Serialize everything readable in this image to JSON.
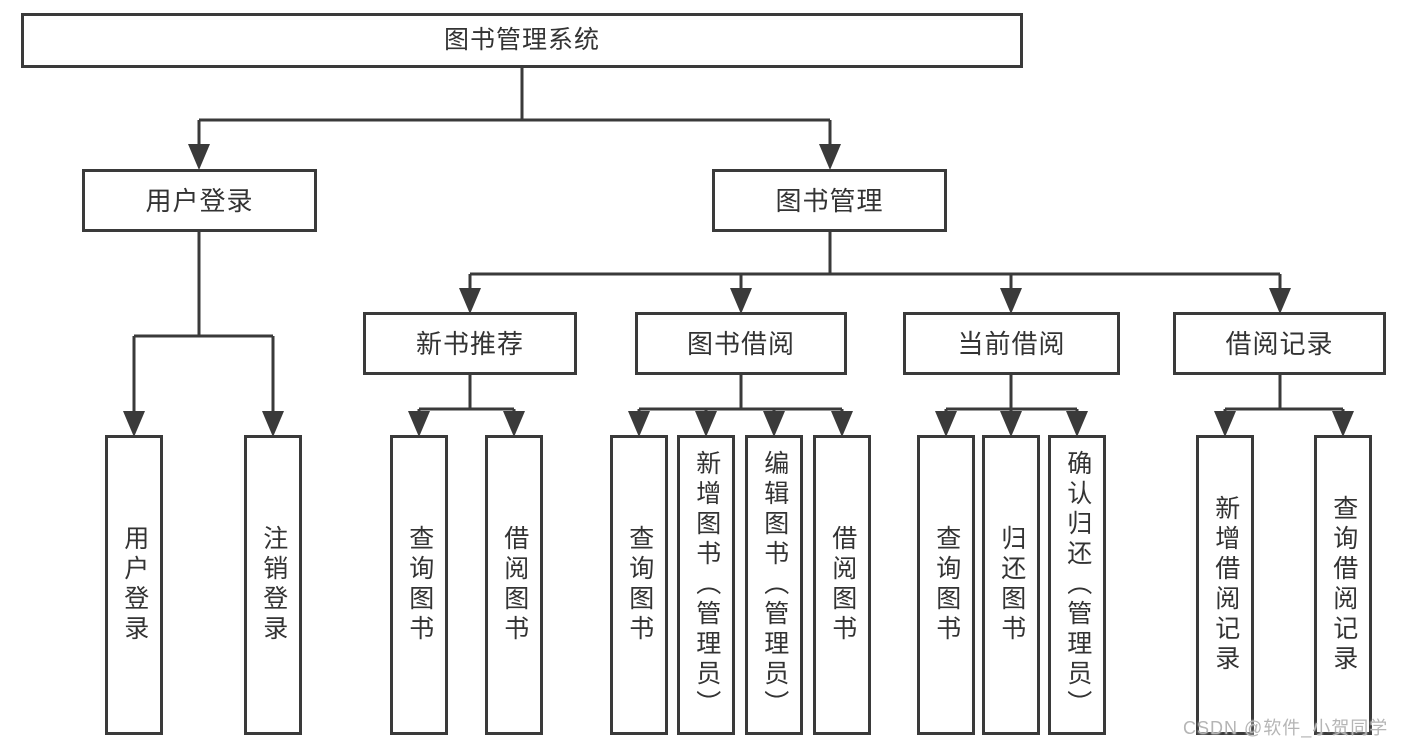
{
  "title": "图书管理系统",
  "level2": {
    "userLogin": "用户登录",
    "bookMgmt": "图书管理"
  },
  "level3": {
    "newBookRec": "新书推荐",
    "bookBorrow": "图书借阅",
    "currentBorrow": "当前借阅",
    "borrowRecords": "借阅记录"
  },
  "leaves": {
    "userLogin": "用户登录",
    "logout": "注销登录",
    "recQuery": "查询图书",
    "recBorrow": "借阅图书",
    "bbQuery": "查询图书",
    "bbAdd": "新增图书（管理员）",
    "bbEdit": "编辑图书（管理员）",
    "bbBorrow": "借阅图书",
    "cbQuery": "查询图书",
    "cbReturn": "归还图书",
    "cbConfirm": "确认归还（管理员）",
    "brAdd": "新增借阅记录",
    "brQuery": "查询借阅记录"
  },
  "watermark": "CSDN @软件_小贺同学",
  "colors": {
    "line": "#3a3a3a",
    "text": "#333333",
    "watermark": "#b5b5b5"
  }
}
